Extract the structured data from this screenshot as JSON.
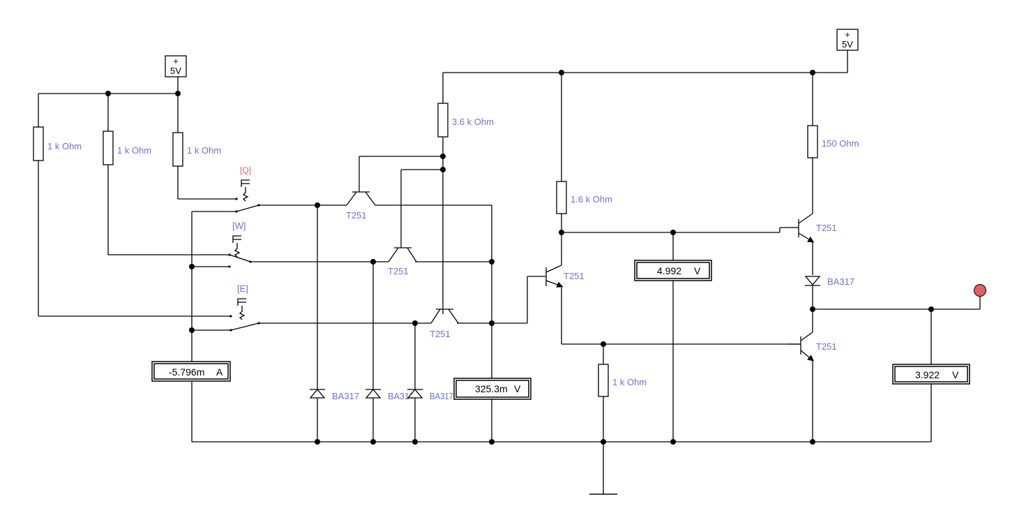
{
  "supplies": {
    "left": {
      "plus": "+",
      "value": "5V"
    },
    "right": {
      "plus": "+",
      "value": "5V"
    }
  },
  "resistors": {
    "r1": "1 k Ohm",
    "r2": "1 k Ohm",
    "r3": "1 k Ohm",
    "r4": "3.6 k Ohm",
    "r5": "1.6 k Ohm",
    "r6": "150  Ohm",
    "r7": "1 k Ohm"
  },
  "switches": {
    "q": "[Q]",
    "w": "[W]",
    "e": "[E]"
  },
  "transistors": {
    "t1": "T251",
    "t2": "T251",
    "t3": "T251",
    "t4": "T251",
    "t5": "T251",
    "t6": "T251"
  },
  "diodes": {
    "d1": "BA317",
    "d2": "BA317",
    "d3": "BA317",
    "d4": "BA317"
  },
  "meters": {
    "ammeter": {
      "value": "-5.796m",
      "unit": "A"
    },
    "vm_center": {
      "value": "325.3m",
      "unit": "V"
    },
    "vm_mid": {
      "value": "4.992",
      "unit": "V"
    },
    "vm_out": {
      "value": "3.922",
      "unit": "V"
    }
  },
  "colors": {
    "label": "#6f6fe0",
    "switch_label_active": "#e06060",
    "probe": "#e06060"
  },
  "icons": {
    "ground": "ground-icon",
    "probe": "output-probe-icon"
  }
}
